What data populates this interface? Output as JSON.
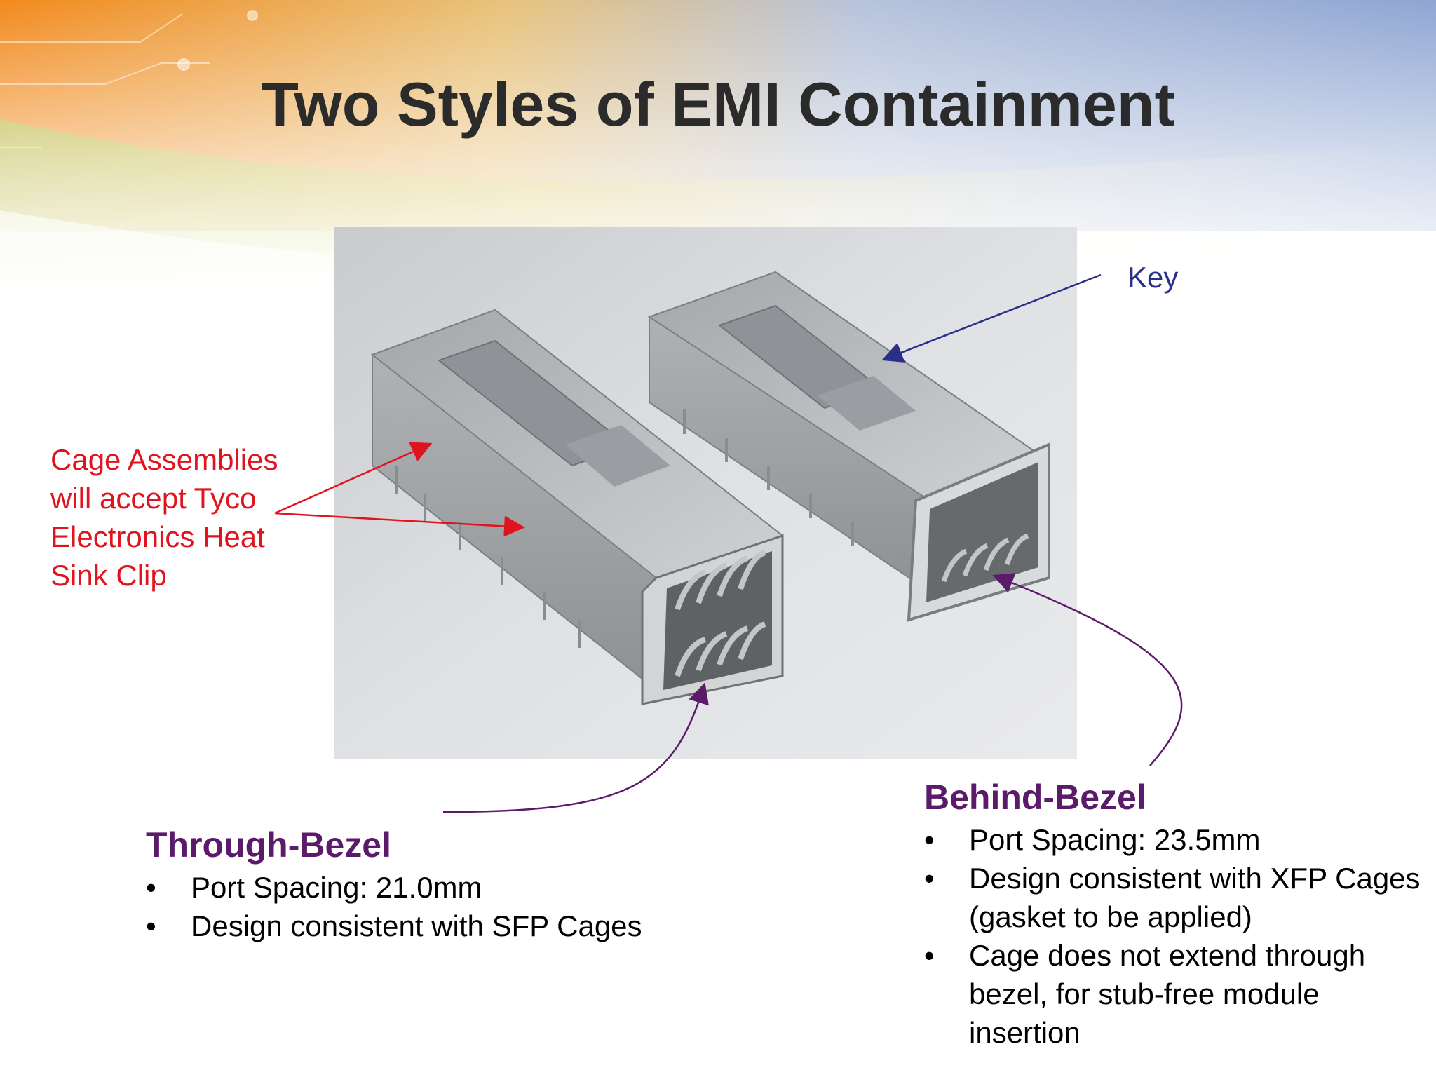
{
  "slide": {
    "title": "Two Styles of EMI Containment"
  },
  "photo": {
    "subject": "photo-of-two-cage-assemblies"
  },
  "callouts": {
    "heat_sink_lines": [
      "Cage Assemblies",
      "will accept Tyco",
      "Electronics Heat",
      "Sink Clip"
    ],
    "key": "Key"
  },
  "through_bezel": {
    "heading": "Through-Bezel",
    "bullets": [
      "Port Spacing: 21.0mm",
      "Design consistent with SFP Cages"
    ]
  },
  "behind_bezel": {
    "heading": "Behind-Bezel",
    "bullets": [
      "Port Spacing: 23.5mm",
      "Design consistent with XFP Cages (gasket to be applied)",
      "Cage does not extend through bezel, for stub-free module insertion"
    ],
    "bullet_lines": [
      [
        "Port Spacing: 23.5mm"
      ],
      [
        "Design consistent with XFP",
        "Cages (gasket to be applied)"
      ],
      [
        "Cage does not extend through",
        "bezel, for stub-free module",
        "insertion"
      ]
    ]
  },
  "bullet_glyph": "•",
  "colors": {
    "title": "#2b2b2b",
    "callout_red": "#e0141e",
    "key_blue": "#2a2f8a",
    "heading_purple": "#5c1a6b"
  }
}
